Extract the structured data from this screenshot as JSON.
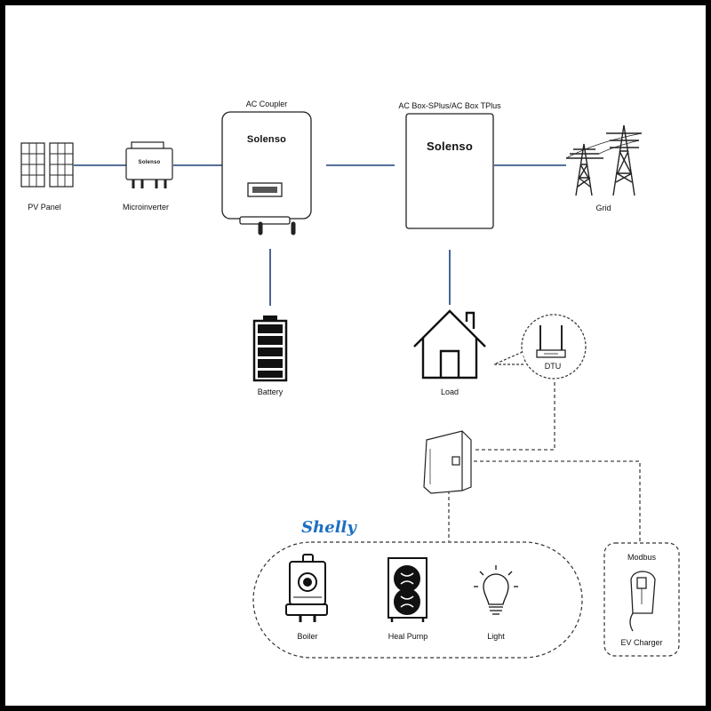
{
  "colors": {
    "power_line": "#1a3f7a",
    "comm_line": "#444444",
    "outline": "#222222",
    "shelly_brand": "#1b6fc1"
  },
  "labels": {
    "pv_panel": "PV Panel",
    "microinverter": "Microinverter",
    "ac_coupler": "AC Coupler",
    "ac_box": "AC Box-SPlus/AC Box TPlus",
    "grid": "Grid",
    "battery": "Battery",
    "load": "Load",
    "dtu": "DTU",
    "boiler": "Boiler",
    "heat_pump": "Heal Pump",
    "light": "Light",
    "modbus": "Modbus",
    "ev_charger": "EV Charger"
  },
  "brands": {
    "solenso_coupler": "Solenso",
    "solenso_box": "Solenso",
    "solenso_micro": "Solenso",
    "shelly": "Shelly"
  },
  "icons": [
    "solar-panel-icon",
    "microinverter-icon",
    "inverter-icon",
    "ac-box-icon",
    "transmission-tower-icon",
    "battery-icon",
    "house-icon",
    "router-icon",
    "controller-icon",
    "boiler-icon",
    "heat-pump-icon",
    "light-bulb-icon",
    "ev-charger-icon"
  ]
}
